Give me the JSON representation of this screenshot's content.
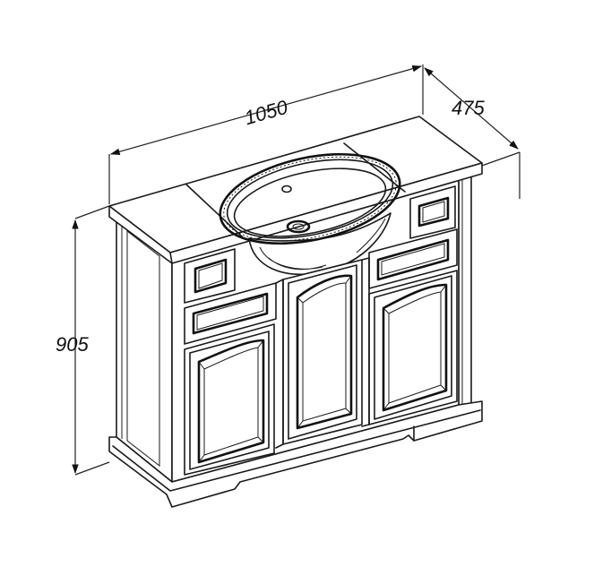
{
  "dimensions": {
    "width_label": "1050",
    "depth_label": "475",
    "height_label": "905"
  },
  "colors": {
    "line": "#1a1a1a",
    "background": "#ffffff"
  }
}
